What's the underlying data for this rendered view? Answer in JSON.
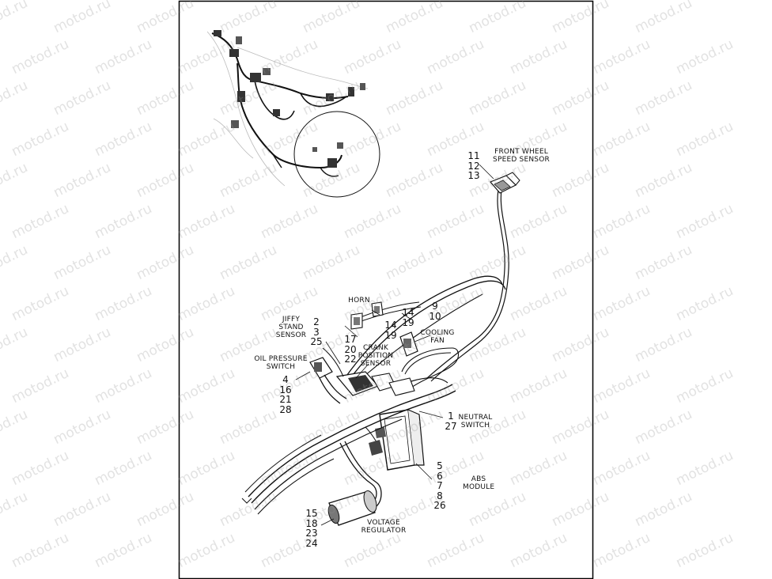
{
  "watermark": {
    "text": "motod.ru"
  },
  "labels": {
    "front_wheel_speed_sensor": {
      "caption": "FRONT WHEEL\nSPEED SENSOR",
      "refs": "11\n12\n13"
    },
    "horn": {
      "caption": "HORN",
      "refs": "14\n19"
    },
    "horn_bracket": {
      "refs": "14\n19"
    },
    "cooling_fan": {
      "caption": "COOLING\nFAN",
      "refs": "9\n10"
    },
    "jiffy_stand_sensor": {
      "caption": "JIFFY\nSTAND\nSENSOR",
      "refs": "2\n3\n25"
    },
    "crank_position_sensor": {
      "caption": "CRANK\nPOSITION\nSENSOR",
      "refs": "17\n20\n22"
    },
    "oil_pressure_switch": {
      "caption": "OIL PRESSURE\nSWITCH",
      "refs": "4\n16\n21\n28"
    },
    "neutral_switch": {
      "caption": "NEUTRAL\nSWITCH",
      "refs": "1\n27"
    },
    "abs_module": {
      "caption": "ABS\nMODULE",
      "refs": "5\n6\n7\n8\n26"
    },
    "voltage_regulator": {
      "caption": "VOLTAGE\nREGULATOR",
      "refs": "15\n18\n23\n24"
    }
  }
}
